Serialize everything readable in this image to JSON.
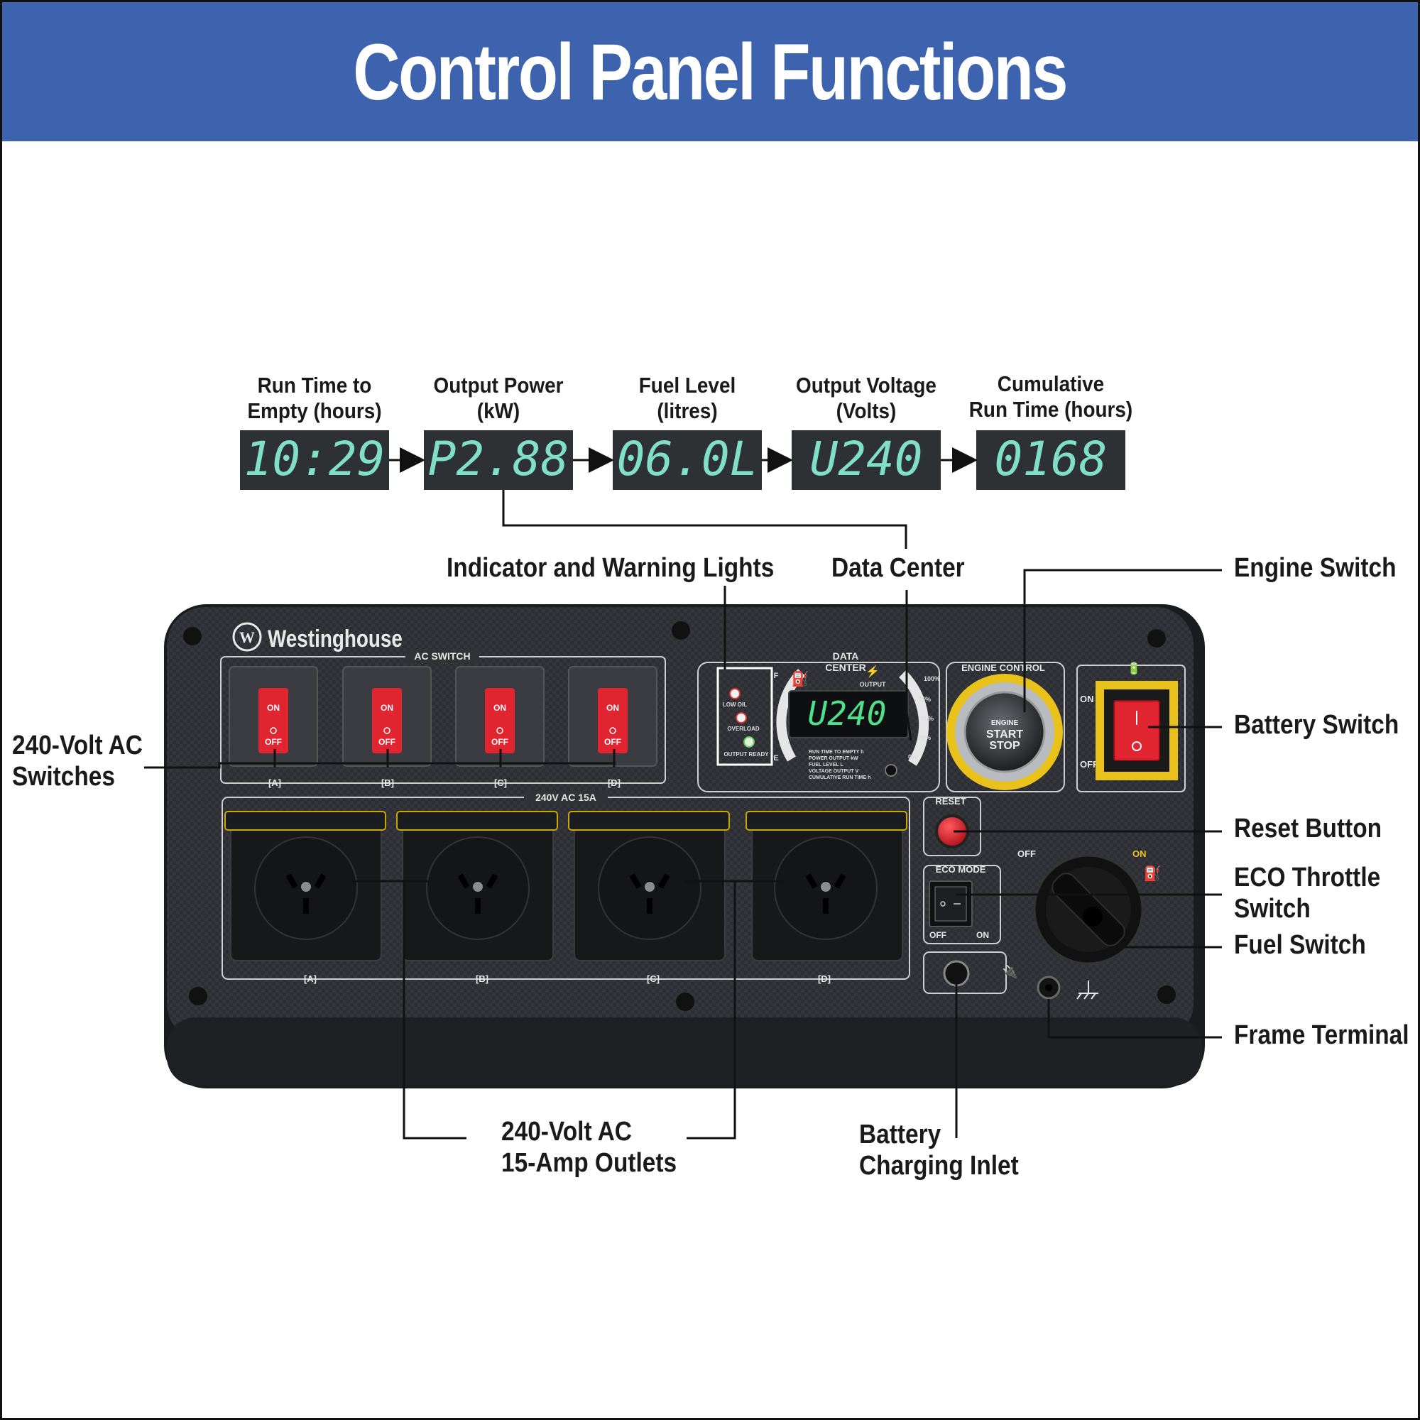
{
  "title": "Control Panel Functions",
  "displays": [
    {
      "label_line1": "Run Time to",
      "label_line2": "Empty (hours)",
      "readout": "10:29"
    },
    {
      "label_line1": "Output Power",
      "label_line2": "(kW)",
      "readout": "P2.88"
    },
    {
      "label_line1": "Fuel Level",
      "label_line2": "(litres)",
      "readout": "06.0L"
    },
    {
      "label_line1": "Output Voltage",
      "label_line2": "(Volts)",
      "readout": "U240"
    },
    {
      "label_line1": "Cumulative",
      "label_line2": "Run Time (hours)",
      "readout": "0168"
    }
  ],
  "callouts": {
    "indicator_lights": "Indicator and Warning Lights",
    "data_center": "Data Center",
    "engine_switch": "Engine Switch",
    "battery_switch": "Battery Switch",
    "ac_switches_line1": "240-Volt AC",
    "ac_switches_line2": "Switches",
    "reset_button": "Reset Button",
    "eco_line1": "ECO Throttle",
    "eco_line2": "Switch",
    "fuel_switch": "Fuel Switch",
    "frame_terminal": "Frame Terminal",
    "outlets_line1": "240-Volt AC",
    "outlets_line2": "15-Amp Outlets",
    "battery_inlet_line1": "Battery",
    "battery_inlet_line2": "Charging Inlet"
  },
  "panel": {
    "brand": "Westinghouse",
    "ac_switch_title": "AC SWITCH",
    "switch_on": "ON",
    "switch_off": "OFF",
    "switch_ids": [
      "[A]",
      "[B]",
      "[C]",
      "[D]"
    ],
    "outlet_title": "240V AC 15A",
    "outlet_ids": [
      "[A]",
      "[B]",
      "[C]",
      "[D]"
    ],
    "data_center_title_1": "DATA",
    "data_center_title_2": "CENTER",
    "output_label": "OUTPUT",
    "light_low_oil": "LOW OIL",
    "light_overload": "OVERLOAD",
    "light_output_ready": "OUTPUT READY",
    "panel_readout": "U240",
    "gauge_100": "100%",
    "gauge_75": "75%",
    "gauge_50": "50%",
    "gauge_25": "25%",
    "gauge_0": "0%",
    "gauge_f": "F",
    "gauge_e": "E",
    "legend": [
      "RUN TIME TO EMPTY h",
      "POWER OUTPUT kW",
      "FUEL LEVEL L",
      "VOLTAGE OUTPUT V",
      "CUMULATIVE RUN TIME h"
    ],
    "engine_control": "ENGINE CONTROL",
    "engine_btn_1": "ENGINE",
    "engine_btn_2": "START",
    "engine_btn_3": "STOP",
    "battery_on": "ON",
    "battery_off": "OFF",
    "reset": "RESET",
    "eco_mode": "ECO MODE",
    "eco_off": "OFF",
    "eco_on": "ON",
    "fuel_off": "OFF",
    "fuel_on": "ON"
  },
  "colors": {
    "banner": "#3e63ae",
    "lcd_digits": "#7fe0c6",
    "panel": "#2b2d31",
    "switch_red": "#e02430",
    "battery_frame": "#e8c21a"
  }
}
